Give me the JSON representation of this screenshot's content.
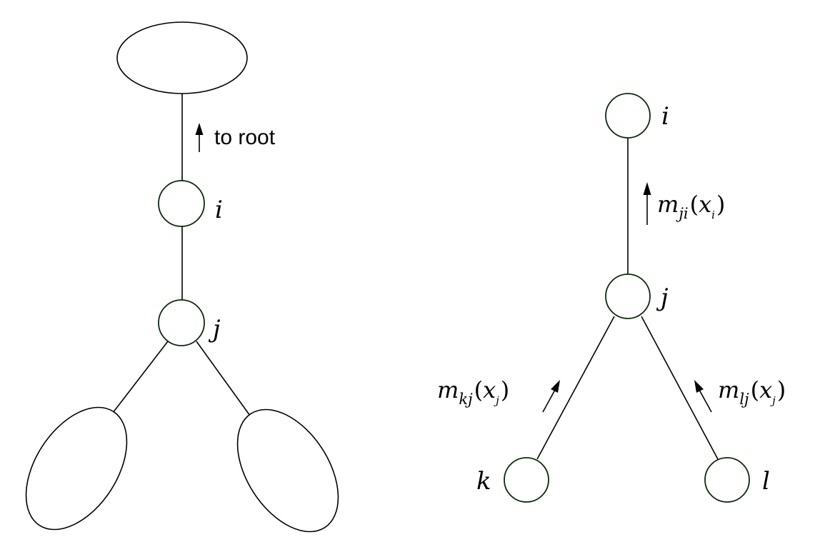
{
  "left_tree": {
    "node_upper_label": "i",
    "node_lower_label": "j",
    "root_arrow_label": "to root"
  },
  "right_tree": {
    "node_top_label": "i",
    "node_mid_label": "j",
    "node_left_label": "k",
    "node_right_label": "l",
    "message_ji": {
      "m": "m",
      "sub": "ji",
      "open": "(",
      "x": "x",
      "xsub": "i",
      "close": ")"
    },
    "message_kj": {
      "m": "m",
      "sub": "kj",
      "open": "(",
      "x": "x",
      "xsub": "j",
      "close": ")"
    },
    "message_lj": {
      "m": "m",
      "sub": "lj",
      "open": "(",
      "x": "x",
      "xsub": "j",
      "close": ")"
    }
  }
}
